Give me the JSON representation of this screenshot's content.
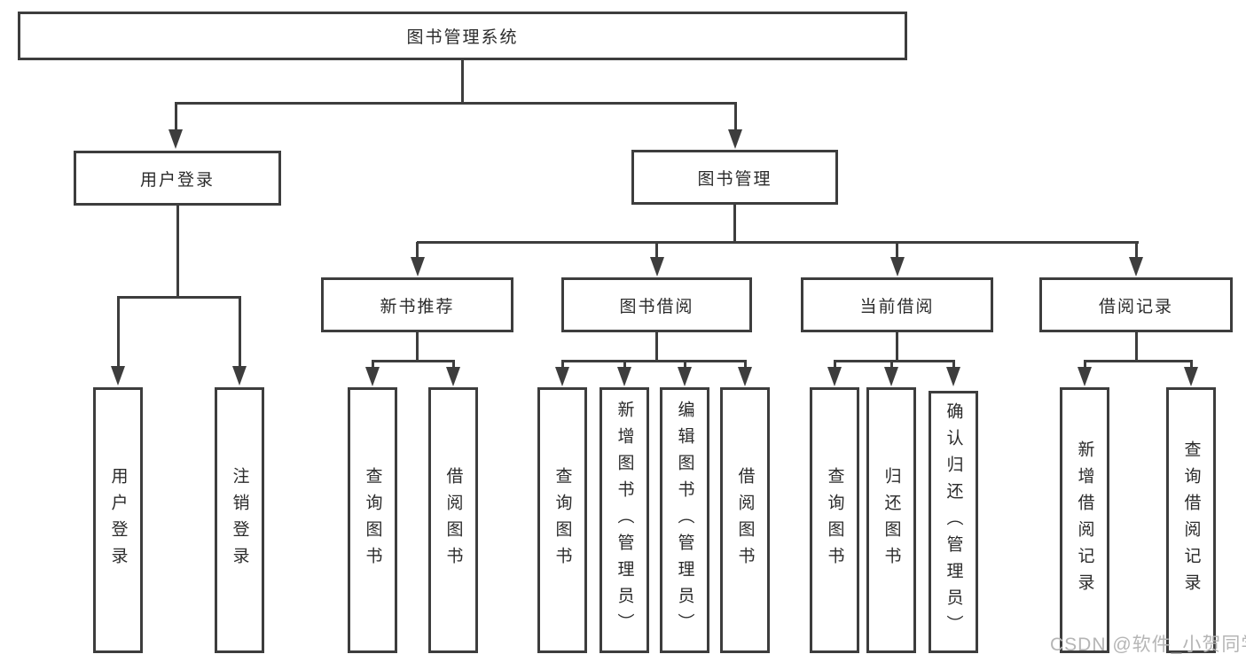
{
  "diagram_title": "图书管理系统",
  "tree": {
    "root": {
      "label": "图书管理系统"
    },
    "branches": [
      {
        "label": "用户登录",
        "children": [
          {
            "label": "用户登录"
          },
          {
            "label": "注销登录"
          }
        ]
      },
      {
        "label": "图书管理",
        "children": [
          {
            "label": "新书推荐",
            "children": [
              {
                "label": "查询图书"
              },
              {
                "label": "借阅图书"
              }
            ]
          },
          {
            "label": "图书借阅",
            "children": [
              {
                "label": "查询图书"
              },
              {
                "label": "新增图书（管理员）"
              },
              {
                "label": "编辑图书（管理员）"
              },
              {
                "label": "借阅图书"
              }
            ]
          },
          {
            "label": "当前借阅",
            "children": [
              {
                "label": "查询图书"
              },
              {
                "label": "归还图书"
              },
              {
                "label": "确认归还（管理员）"
              }
            ]
          },
          {
            "label": "借阅记录",
            "children": [
              {
                "label": "新增借阅记录"
              },
              {
                "label": "查询借阅记录"
              }
            ]
          }
        ]
      }
    ]
  },
  "watermark": {
    "text": "CSDN @软件_小贺同学"
  },
  "colors": {
    "line": "#3d3d3d",
    "text": "#2b2b2b",
    "watermark": "#b5b5b5",
    "background": "#ffffff"
  }
}
